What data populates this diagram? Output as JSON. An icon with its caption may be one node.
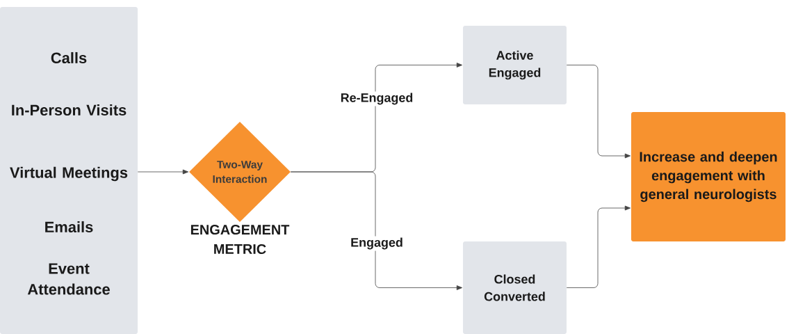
{
  "diagram": {
    "nodes": [
      {
        "text": [
          "Calls",
          "In-Person Visits",
          "Virtual Meetings",
          "Emails",
          "Event Attendance"
        ]
      },
      {
        "text": [
          "Two-Way Interaction"
        ],
        "beside": [
          "ENGAGEMENT METRIC"
        ]
      },
      {
        "text": [
          "Active Engaged"
        ]
      },
      {
        "text": [
          "Closed Converted"
        ]
      },
      {
        "text": [
          "Increase and deepen engagement with general neurologists"
        ]
      }
    ],
    "edges": [
      {
        "from": 0,
        "to": 1,
        "arrow": "to"
      },
      {
        "from": 1,
        "to": 2,
        "arrow": "to",
        "label": "Re-Engaged"
      },
      {
        "from": 1,
        "to": 3,
        "arrow": "to",
        "label": "Engaged"
      },
      {
        "from": 2,
        "to": 4,
        "arrow": "to"
      },
      {
        "from": 3,
        "to": 4,
        "arrow": "to"
      }
    ]
  }
}
